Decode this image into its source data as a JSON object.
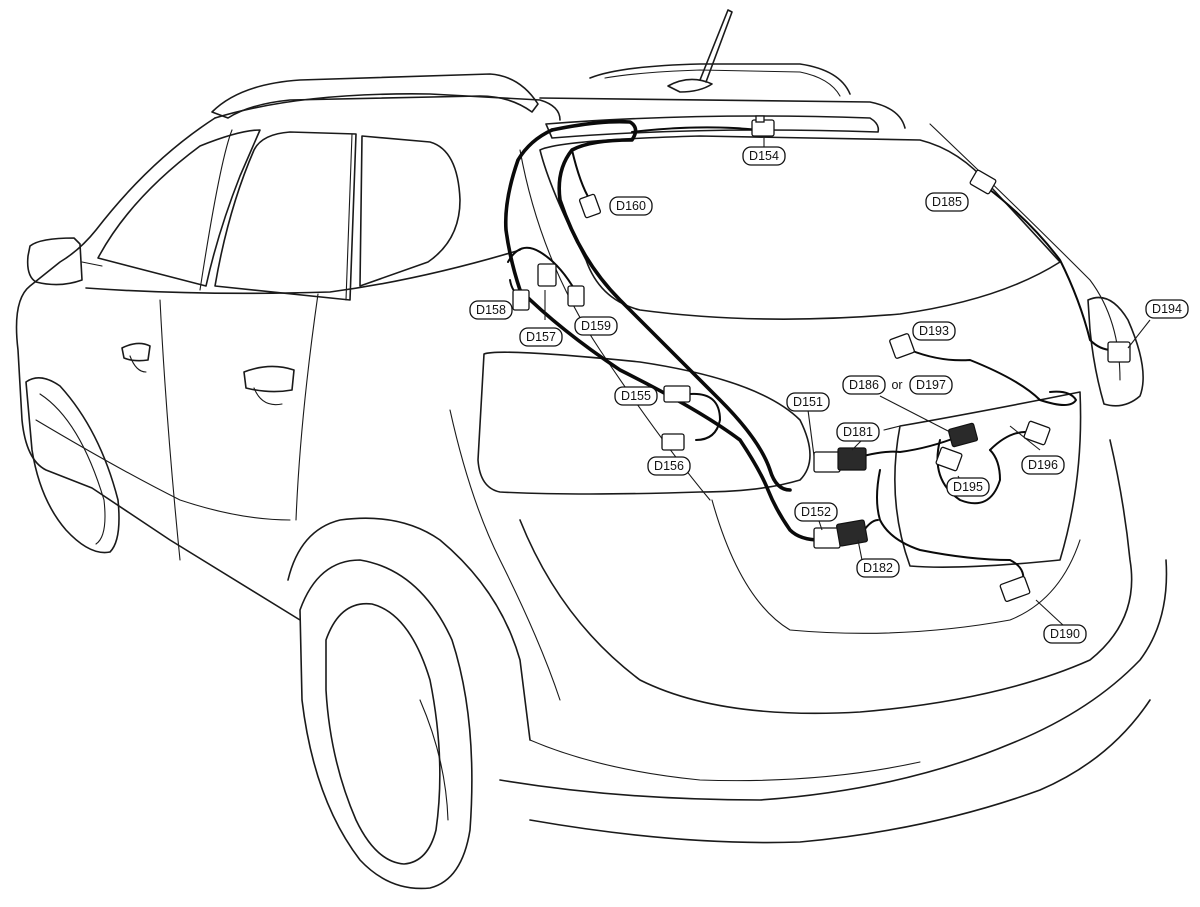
{
  "connectors": [
    {
      "id": "d154",
      "label": "D154"
    },
    {
      "id": "d160",
      "label": "D160"
    },
    {
      "id": "d185",
      "label": "D185"
    },
    {
      "id": "d158",
      "label": "D158"
    },
    {
      "id": "d157",
      "label": "D157"
    },
    {
      "id": "d159",
      "label": "D159"
    },
    {
      "id": "d194",
      "label": "D194"
    },
    {
      "id": "d193",
      "label": "D193"
    },
    {
      "id": "d186",
      "label": "D186"
    },
    {
      "id": "d197",
      "label": "D197"
    },
    {
      "id": "d155",
      "label": "D155"
    },
    {
      "id": "d151",
      "label": "D151"
    },
    {
      "id": "d181",
      "label": "D181"
    },
    {
      "id": "d156",
      "label": "D156"
    },
    {
      "id": "d196",
      "label": "D196"
    },
    {
      "id": "d195",
      "label": "D195"
    },
    {
      "id": "d152",
      "label": "D152"
    },
    {
      "id": "d182",
      "label": "D182"
    },
    {
      "id": "d190",
      "label": "D190"
    }
  ],
  "or_text": "or"
}
